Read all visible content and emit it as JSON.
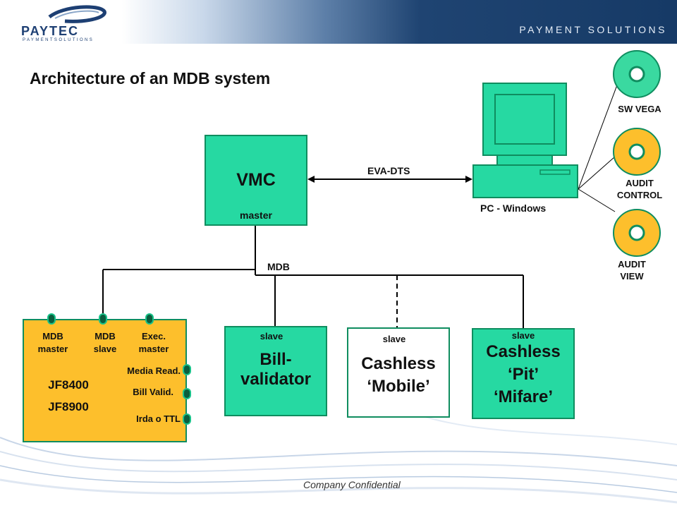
{
  "header": {
    "tagline": "PAYMENT SOLUTIONS",
    "logo_word": "PAYTEC",
    "logo_sub": "PAYMENTSOLUTIONS"
  },
  "title": "Architecture of an MDB system",
  "vmc": {
    "name": "VMC",
    "role": "master"
  },
  "links": {
    "eva_dts": "EVA-DTS",
    "mdb": "MDB"
  },
  "pc": {
    "label": "PC - Windows"
  },
  "discs": [
    {
      "label": "SW VEGA",
      "color": "#3ad9a0"
    },
    {
      "label": "AUDIT CONTROL",
      "color": "#fdbf2c"
    },
    {
      "label": "AUDIT VIEW",
      "color": "#fdbf2c"
    }
  ],
  "jf": {
    "pins_top": [
      "MDB master",
      "MDB slave",
      "Exec. master"
    ],
    "models": [
      "JF8400",
      "JF8900"
    ],
    "pins_right": [
      "Media Read.",
      "Bill Valid.",
      "Irda o TTL"
    ]
  },
  "slaves": [
    {
      "role": "slave",
      "name": "Bill-\nvalidator"
    },
    {
      "role": "slave",
      "name": "Cashless\n‘Mobile’"
    },
    {
      "role": "slave",
      "name": "Cashless\n‘Pit’\n‘Mifare’"
    }
  ],
  "footer": "Company Confidential",
  "colors": {
    "green": "#26d9a2",
    "orange": "#fdbf2c",
    "border": "#0f8d5f",
    "navy": "#163a66"
  }
}
